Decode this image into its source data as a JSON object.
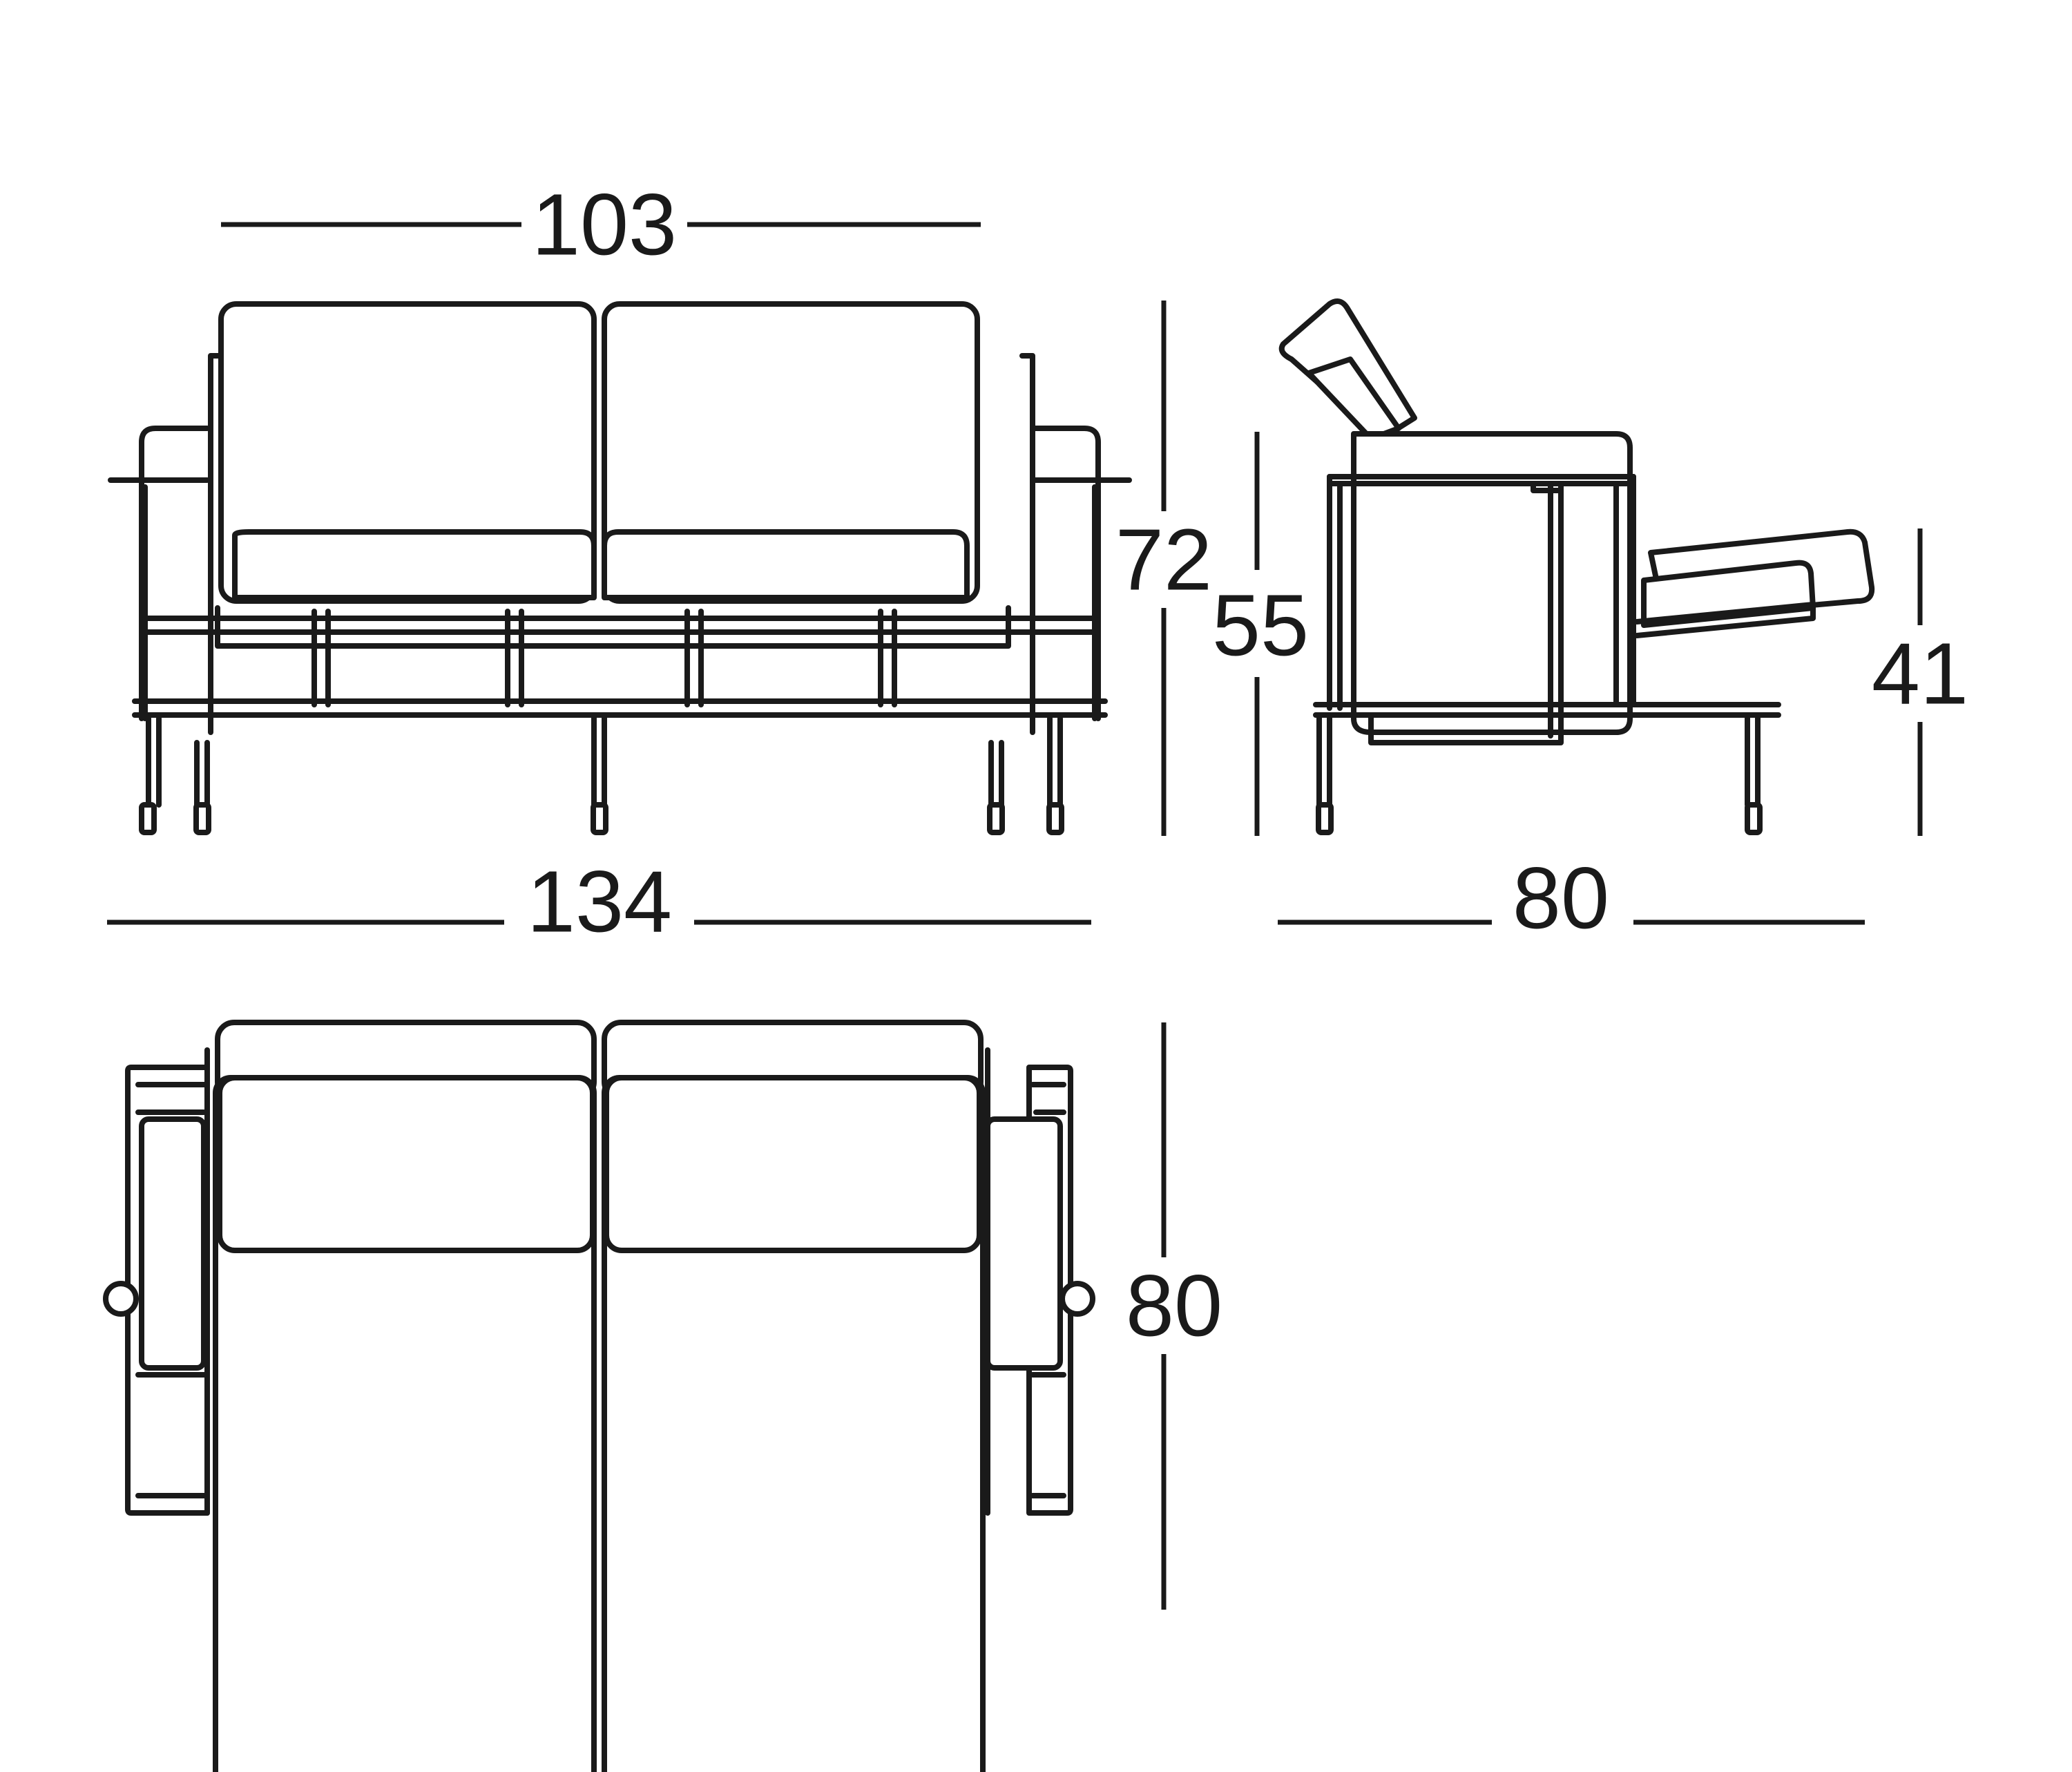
{
  "dimensions": {
    "front_seat_width": "103",
    "front_height": "72",
    "front_total_width": "134",
    "side_total_height": "55",
    "side_seat_height": "41",
    "side_depth": "80",
    "top_depth": "80"
  },
  "colors": {
    "line": "#1a1a1a",
    "background": "#ffffff"
  }
}
